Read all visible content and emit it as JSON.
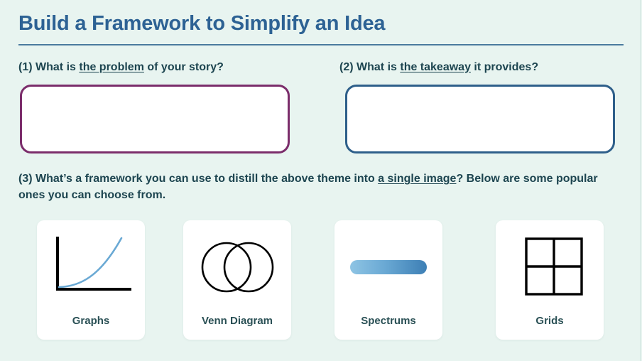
{
  "page": {
    "background_color": "#e8f4f0",
    "title": "Build a Framework to Simplify an Idea",
    "title_color": "#2d6294",
    "rule_color": "#4a7a9e"
  },
  "questions": [
    {
      "number": "(1)",
      "prefix": "What is ",
      "emphasis": "the problem",
      "suffix": " of your story?",
      "full_text": "(1) What is the problem of your story?",
      "box_border_color": "#7b2d6b",
      "box_value": "",
      "box_placeholder": ""
    },
    {
      "number": "(2)",
      "prefix": "What is ",
      "emphasis": "the takeaway",
      "suffix": " it provides?",
      "full_text": "(2) What is the takeaway it provides?",
      "box_border_color": "#2e5f8a",
      "box_value": "",
      "box_placeholder": ""
    }
  ],
  "question3": {
    "line1_prefix": "(3) What’s a framework you can use to distill the above theme into ",
    "line1_emphasis": "a single image",
    "line1_suffix": "?",
    "line2": "Below are some popular ones you can choose from.",
    "full_text": "(3) What’s a framework you can use to distill the above theme into a single image? Below are some popular ones you can choose from."
  },
  "frameworks": [
    {
      "label": "Graphs",
      "icon": "graph-curve-icon",
      "art_color": "#000000",
      "accent_color": "#6aa9d4"
    },
    {
      "label": "Venn Diagram",
      "icon": "venn-circles-icon",
      "art_color": "#000000",
      "accent_color": "#000000"
    },
    {
      "label": "Spectrums",
      "icon": "spectrum-bar-icon",
      "art_color": "#8ec4e4",
      "accent_color": "#3d7fb5"
    },
    {
      "label": "Grids",
      "icon": "two-by-two-grid-icon",
      "art_color": "#000000",
      "accent_color": "#000000"
    }
  ]
}
